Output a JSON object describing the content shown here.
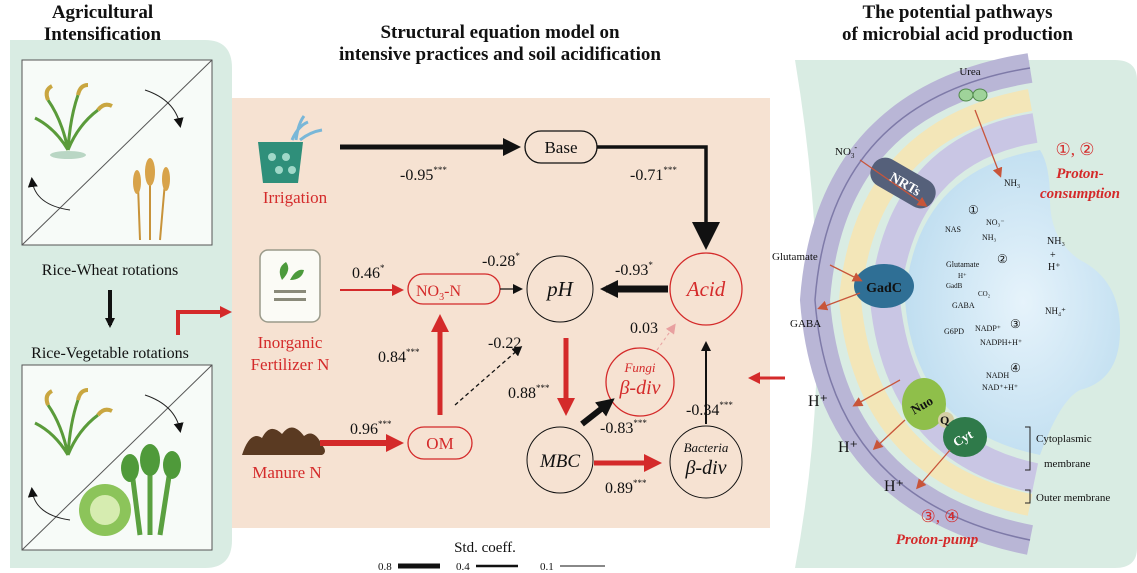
{
  "titles": {
    "left_line1": "Agricultural",
    "left_line2": "Intensification",
    "center_line1": "Structural equation model on",
    "center_line2": "intensive practices and soil acidification",
    "right_line1": "The potential pathways",
    "right_line2": "of microbial acid production"
  },
  "left_panel": {
    "rotation_1": "Rice-Wheat rotations",
    "rotation_2": "Rice-Vegetable rotations"
  },
  "sem": {
    "nodes": {
      "irrigation": "Irrigation",
      "inorganic_line1": "Inorganic",
      "inorganic_line2": "Fertilizer N",
      "manure": "Manure N",
      "base": "Base",
      "no3_main": "NO",
      "no3_sub": "3",
      "no3_tail": "-N",
      "ph": "pH",
      "acid": "Acid",
      "om": "OM",
      "fungi_small": "Fungi",
      "fungi_div": "β-div",
      "mbc": "MBC",
      "bacteria_small": "Bacteria",
      "bacteria_div": "β-div"
    },
    "coefficients": {
      "irrigation_base": "-0.95",
      "irrigation_base_sig": "***",
      "base_acid": "-0.71",
      "base_acid_sig": "***",
      "fert_no3": "0.46",
      "fert_no3_sig": "*",
      "no3_ph": "-0.28",
      "no3_ph_sig": "*",
      "acid_ph": "-0.93",
      "acid_ph_sig": "*",
      "fungi_acid": "0.03",
      "om_no3": "0.84",
      "om_no3_sig": "***",
      "om_ph": "-0.22",
      "ph_mbc": "0.88",
      "ph_mbc_sig": "***",
      "manure_om": "0.96",
      "manure_om_sig": "***",
      "mbc_fungi": "-0.83",
      "mbc_fungi_sig": "***",
      "bacteria_acid": "-0.34",
      "bacteria_acid_sig": "***",
      "mbc_bacteria": "0.89",
      "mbc_bacteria_sig": "***"
    }
  },
  "legend": {
    "title": "Std. coeff.",
    "items": [
      "0.8",
      "0.4",
      "0.1"
    ]
  },
  "cell": {
    "urea": "Urea",
    "no3_label": "NO",
    "no3_sub": "3",
    "no3_sup": "-",
    "nh3_top": "NH",
    "nh3_top_sub": "3",
    "nrts": "NRTs",
    "num_1": "①",
    "nas": "NAS",
    "no3_inner": "NO₃⁻",
    "nh3_inner": "NH₃",
    "glutamate_out": "Glutamate",
    "glutamate_in": "Glutamate",
    "gadb": "GadB",
    "hplus_small": "H⁺",
    "co2": "CO₂",
    "gaba_in": "GABA",
    "gadc": "GadC",
    "gaba_out": "GABA",
    "g6pd": "G6PD",
    "nadp": "NADP⁺",
    "nadph": "NADPH+H⁺",
    "num_3": "③",
    "num_2": "②",
    "num_4": "④",
    "nadh": "NADH",
    "nad": "NAD⁺+H⁺",
    "right_nh3": "NH₃",
    "right_plus": "+",
    "right_h": "H⁺",
    "right_nh4": "NH₄⁺",
    "nuo": "Nuo",
    "q": "Q",
    "cyt": "Cyt",
    "hplus_1": "H⁺",
    "hplus_2": "H⁺",
    "hplus_3": "H⁺",
    "pathway_12_nums": "①, ②",
    "pathway_12_label_1": "Proton-",
    "pathway_12_label_2": "consumption",
    "pathway_34_nums": "③, ④",
    "pathway_34_label": "Proton-pump",
    "cytoplasmic_1": "Cytoplasmic",
    "cytoplasmic_2": "membrane",
    "outer_membrane": "Outer membrane"
  },
  "colors": {
    "red": "#d42a2a",
    "panel_green": "#d9ece3",
    "sem_bg": "#f6e2d2",
    "black": "#111111"
  }
}
